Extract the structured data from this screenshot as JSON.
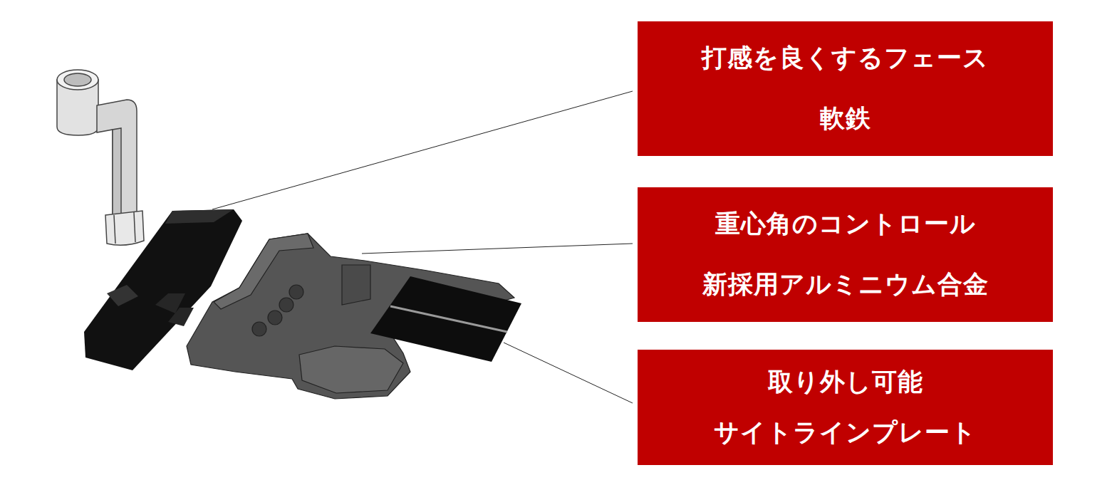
{
  "diagram": {
    "nodes": [
      {
        "text": [
          "打感を良くするフェース",
          "軟鉄"
        ]
      },
      {
        "text": [
          "重心角のコントロール",
          "新採用アルミニウム合金"
        ]
      },
      {
        "text": [
          "取り外し可能",
          "サイトラインプレート"
        ]
      }
    ]
  }
}
